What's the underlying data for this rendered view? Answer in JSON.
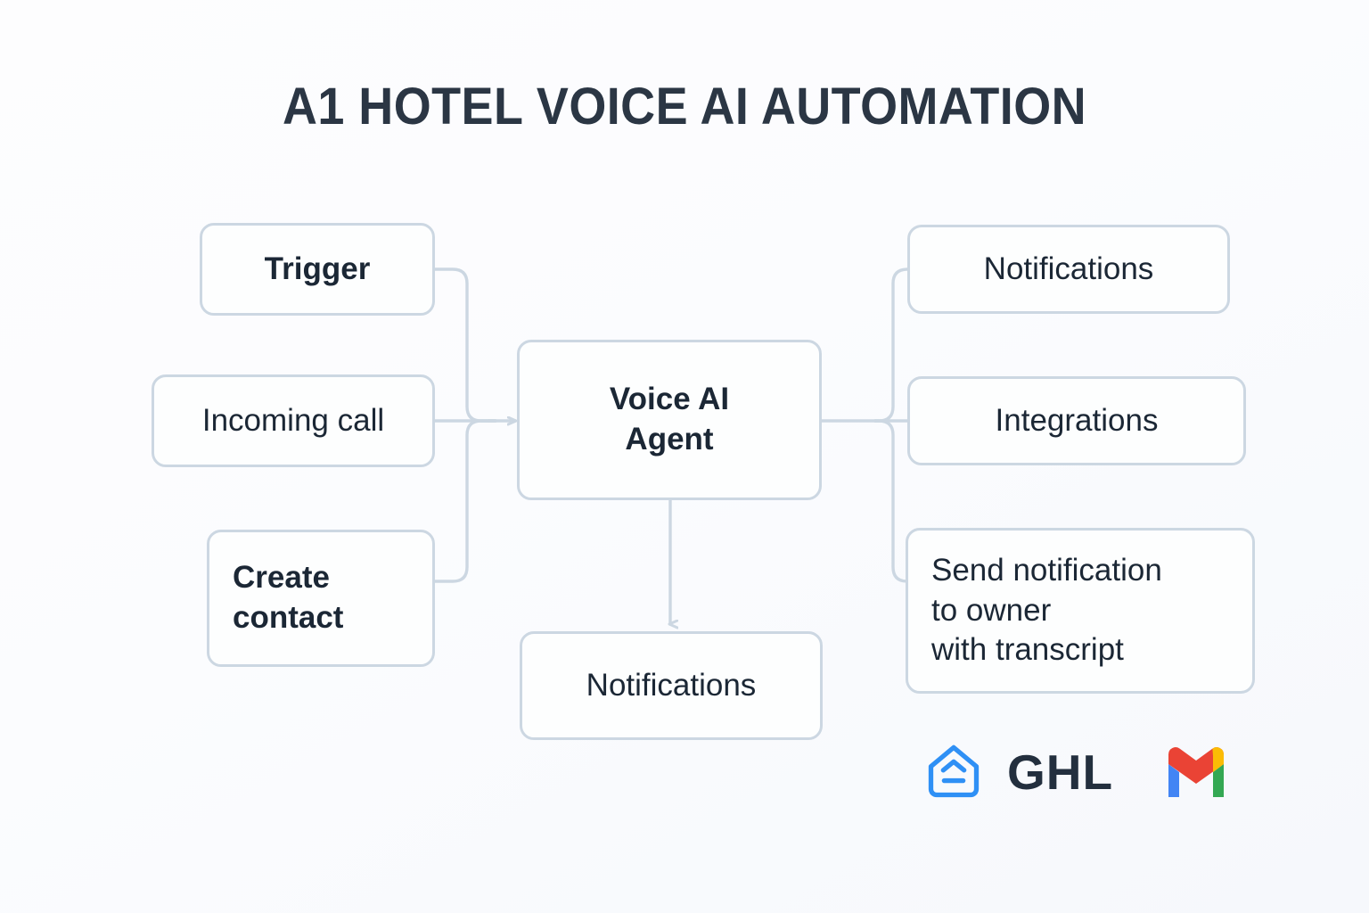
{
  "page": {
    "title": "A1 HOTEL VOICE AI AUTOMATION",
    "background_color": "#fbfcfe",
    "node_border_color": "#ccd7e2",
    "node_fill_color": "#fdfefe",
    "text_color": "#1b2735",
    "connector_color": "#ccd7e2"
  },
  "nodes": {
    "trigger": {
      "label": "Trigger"
    },
    "incoming_call": {
      "label": "Incoming call"
    },
    "create_contact": {
      "line1": "Create",
      "line2": "contact"
    },
    "voice_ai_agent": {
      "line1": "Voice AI",
      "line2": "Agent"
    },
    "bottom_notifications": {
      "label": "Notifications"
    },
    "notifications": {
      "label": "Notifications"
    },
    "integrations": {
      "label": "Integrations"
    },
    "send_notification": {
      "line1": "Send notification",
      "line2": "to owner",
      "line3": "with transcript"
    }
  },
  "logos": {
    "ghl": {
      "name": "GHL",
      "word": "GHL",
      "mark_color": "#2f90f5",
      "word_color": "#232f3e"
    },
    "gmail": {
      "name": "Gmail",
      "colors": {
        "blue": "#4285f4",
        "red": "#ea4335",
        "yellow": "#fbbc05",
        "green": "#34a853",
        "white": "#ffffff"
      }
    }
  },
  "connections": [
    {
      "from": "trigger",
      "to": "voice_ai_agent",
      "arrow": true
    },
    {
      "from": "incoming_call",
      "to": "voice_ai_agent",
      "arrow": true
    },
    {
      "from": "create_contact",
      "to": "voice_ai_agent",
      "arrow": true
    },
    {
      "from": "voice_ai_agent",
      "to": "notifications",
      "arrow": false
    },
    {
      "from": "voice_ai_agent",
      "to": "integrations",
      "arrow": false
    },
    {
      "from": "voice_ai_agent",
      "to": "send_notification",
      "arrow": false
    },
    {
      "from": "voice_ai_agent",
      "to": "bottom_notifications",
      "arrow": true
    }
  ]
}
